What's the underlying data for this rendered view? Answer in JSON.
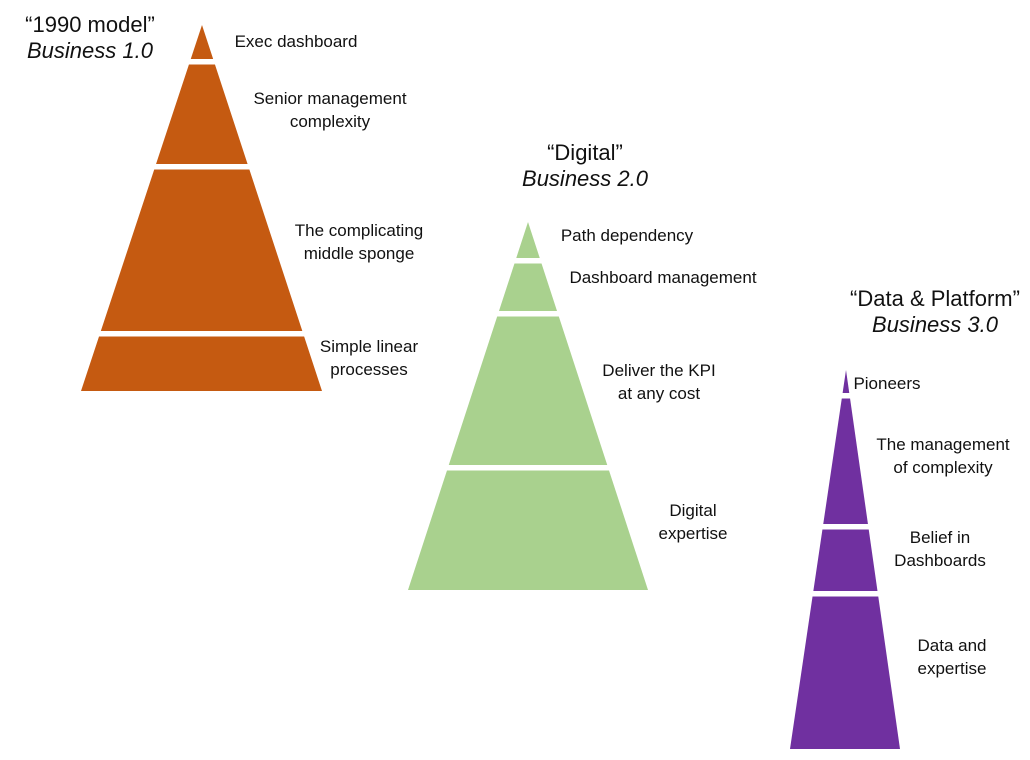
{
  "pyramids": [
    {
      "id": "business-1",
      "quote": "“1990 model”",
      "name": "Business 1.0",
      "color": "#C55A11",
      "layers": [
        "Exec dashboard",
        "Senior management complexity",
        "The complicating middle sponge",
        "Simple linear processes"
      ],
      "label_lines": [
        [
          "Exec dashboard"
        ],
        [
          "Senior management",
          "complexity"
        ],
        [
          "The complicating",
          "middle sponge"
        ],
        [
          "Simple linear",
          "processes"
        ]
      ]
    },
    {
      "id": "business-2",
      "quote": "“Digital”",
      "name": "Business 2.0",
      "color": "#A9D18E",
      "layers": [
        "Path dependency",
        "Dashboard management",
        "Deliver the KPI at any cost",
        "Digital expertise"
      ],
      "label_lines": [
        [
          "Path dependency"
        ],
        [
          "Dashboard management"
        ],
        [
          "Deliver the KPI",
          "at any cost"
        ],
        [
          "Digital",
          "expertise"
        ]
      ]
    },
    {
      "id": "business-3",
      "quote": "“Data & Platform”",
      "name": "Business 3.0",
      "color": "#7030A0",
      "layers": [
        "Pioneers",
        "The management of complexity",
        "Belief in Dashboards",
        "Data and expertise"
      ],
      "label_lines": [
        [
          "Pioneers"
        ],
        [
          "The management",
          "of complexity"
        ],
        [
          "Belief in",
          "Dashboards"
        ],
        [
          "Data and",
          "expertise"
        ]
      ]
    }
  ]
}
